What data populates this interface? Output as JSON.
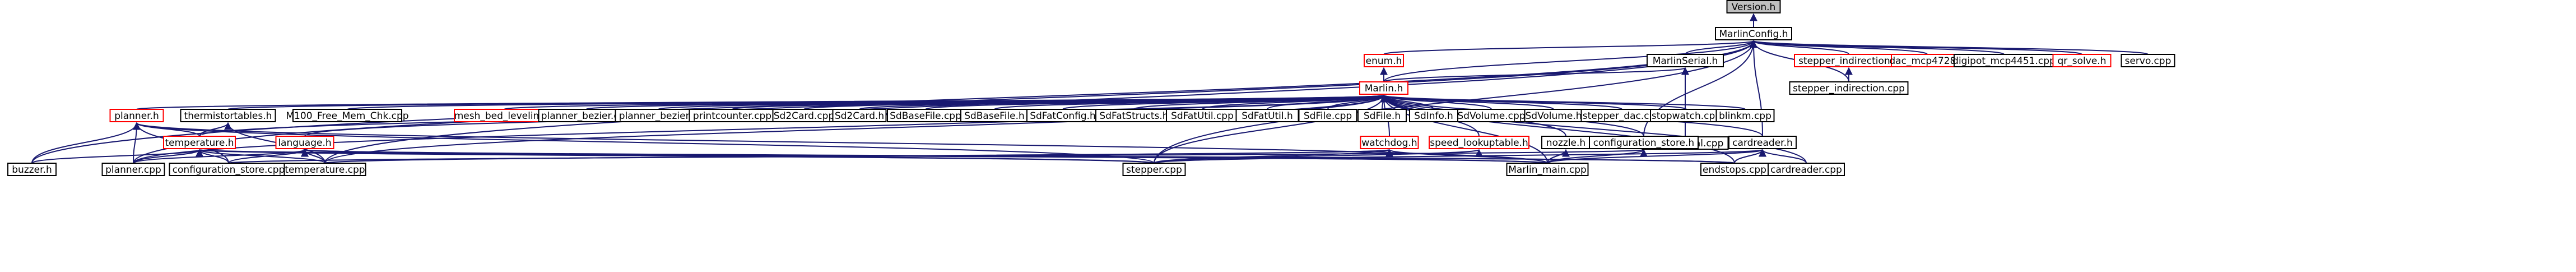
{
  "colors": {
    "edge": "#191970",
    "node_fill": "#ffffff",
    "node_border_default": "#000000",
    "node_border_link": "#ff0000",
    "root_fill": "#bfbfbf"
  },
  "nodes": [
    {
      "id": "version_h",
      "label": "Version.h",
      "style": "root"
    },
    {
      "id": "marlinconfig_h",
      "label": "MarlinConfig.h",
      "style": "default"
    },
    {
      "id": "enum_h",
      "label": "enum.h",
      "style": "link"
    },
    {
      "id": "marlinserial_h",
      "label": "MarlinSerial.h",
      "style": "default"
    },
    {
      "id": "stepper_indirection_h",
      "label": "stepper_indirection.h",
      "style": "link"
    },
    {
      "id": "dac_mcp4728_h",
      "label": "dac_mcp4728.h",
      "style": "link"
    },
    {
      "id": "digipot_mcp4451_cpp",
      "label": "digipot_mcp4451.cpp",
      "style": "default"
    },
    {
      "id": "qr_solve_h",
      "label": "qr_solve.h",
      "style": "link"
    },
    {
      "id": "servo_cpp",
      "label": "servo.cpp",
      "style": "default"
    },
    {
      "id": "stepper_indirection_cpp",
      "label": "stepper_indirection.cpp",
      "style": "default"
    },
    {
      "id": "marlin_h",
      "label": "Marlin.h",
      "style": "link"
    },
    {
      "id": "planner_h",
      "label": "planner.h",
      "style": "link"
    },
    {
      "id": "thermistortables_h",
      "label": "thermistortables.h",
      "style": "default"
    },
    {
      "id": "m100_cpp",
      "label": "M100_Free_Mem_Chk.cpp",
      "style": "default"
    },
    {
      "id": "mesh_bed_leveling_h",
      "label": "mesh_bed_leveling.h",
      "style": "link"
    },
    {
      "id": "planner_bezier_cpp",
      "label": "planner_bezier.cpp",
      "style": "default"
    },
    {
      "id": "planner_bezier_h",
      "label": "planner_bezier.h",
      "style": "default"
    },
    {
      "id": "printcounter_cpp",
      "label": "printcounter.cpp",
      "style": "default"
    },
    {
      "id": "sd2card_cpp",
      "label": "Sd2Card.cpp",
      "style": "default"
    },
    {
      "id": "sd2card_h",
      "label": "Sd2Card.h",
      "style": "default"
    },
    {
      "id": "sdbasefile_cpp",
      "label": "SdBaseFile.cpp",
      "style": "default"
    },
    {
      "id": "sdbasefile_h",
      "label": "SdBaseFile.h",
      "style": "default"
    },
    {
      "id": "sdfatconfig_h",
      "label": "SdFatConfig.h",
      "style": "default"
    },
    {
      "id": "sdfatstructs_h",
      "label": "SdFatStructs.h",
      "style": "default"
    },
    {
      "id": "sdfatutil_cpp",
      "label": "SdFatUtil.cpp",
      "style": "default"
    },
    {
      "id": "sdfatutil_h",
      "label": "SdFatUtil.h",
      "style": "default"
    },
    {
      "id": "sdfile_cpp",
      "label": "SdFile.cpp",
      "style": "default"
    },
    {
      "id": "sdfile_h",
      "label": "SdFile.h",
      "style": "default"
    },
    {
      "id": "sdinfo_h",
      "label": "SdInfo.h",
      "style": "default"
    },
    {
      "id": "sdvolume_cpp",
      "label": "SdVolume.cpp",
      "style": "default"
    },
    {
      "id": "sdvolume_h",
      "label": "SdVolume.h",
      "style": "default"
    },
    {
      "id": "stepper_dac_cpp",
      "label": "stepper_dac.cpp",
      "style": "default"
    },
    {
      "id": "stopwatch_cpp",
      "label": "stopwatch.cpp",
      "style": "default"
    },
    {
      "id": "blinkm_cpp",
      "label": "blinkm.cpp",
      "style": "default"
    },
    {
      "id": "marlinserial_cpp",
      "label": "MarlinSerial.cpp",
      "style": "default"
    },
    {
      "id": "temperature_h",
      "label": "temperature.h",
      "style": "link"
    },
    {
      "id": "language_h",
      "label": "language.h",
      "style": "link"
    },
    {
      "id": "watchdog_h",
      "label": "watchdog.h",
      "style": "link"
    },
    {
      "id": "speed_lookuptable_h",
      "label": "speed_lookuptable.h",
      "style": "link"
    },
    {
      "id": "nozzle_h",
      "label": "nozzle.h",
      "style": "default"
    },
    {
      "id": "configuration_store_h",
      "label": "configuration_store.h",
      "style": "default"
    },
    {
      "id": "cardreader_h",
      "label": "cardreader.h",
      "style": "default"
    },
    {
      "id": "buzzer_h",
      "label": "buzzer.h",
      "style": "default"
    },
    {
      "id": "planner_cpp",
      "label": "planner.cpp",
      "style": "default"
    },
    {
      "id": "configuration_store_cpp",
      "label": "configuration_store.cpp",
      "style": "default"
    },
    {
      "id": "temperature_cpp",
      "label": "temperature.cpp",
      "style": "default"
    },
    {
      "id": "stepper_cpp",
      "label": "stepper.cpp",
      "style": "default"
    },
    {
      "id": "marlin_main_cpp",
      "label": "Marlin_main.cpp",
      "style": "default"
    },
    {
      "id": "endstops_cpp",
      "label": "endstops.cpp",
      "style": "default"
    },
    {
      "id": "cardreader_cpp",
      "label": "cardreader.cpp",
      "style": "default"
    }
  ],
  "edges": [
    [
      "version_h",
      "marlinconfig_h"
    ],
    [
      "marlinconfig_h",
      "enum_h"
    ],
    [
      "marlinconfig_h",
      "marlinserial_h"
    ],
    [
      "marlinconfig_h",
      "marlin_h"
    ],
    [
      "marlinconfig_h",
      "stepper_indirection_h"
    ],
    [
      "marlinconfig_h",
      "dac_mcp4728_h"
    ],
    [
      "marlinconfig_h",
      "digipot_mcp4451_cpp"
    ],
    [
      "marlinconfig_h",
      "qr_solve_h"
    ],
    [
      "marlinconfig_h",
      "servo_cpp"
    ],
    [
      "marlinconfig_h",
      "stepper_indirection_cpp"
    ],
    [
      "marlinconfig_h",
      "buzzer_h"
    ],
    [
      "marlinconfig_h",
      "planner_cpp"
    ],
    [
      "marlinconfig_h",
      "temperature_cpp"
    ],
    [
      "marlinconfig_h",
      "configuration_store_h"
    ],
    [
      "marlinconfig_h",
      "stepper_cpp"
    ],
    [
      "marlinconfig_h",
      "cardreader_h"
    ],
    [
      "stepper_indirection_h",
      "stepper_indirection_cpp"
    ],
    [
      "enum_h",
      "marlin_h"
    ],
    [
      "marlinserial_h",
      "marlin_h"
    ],
    [
      "marlinserial_h",
      "marlinserial_cpp"
    ],
    [
      "marlin_h",
      "planner_h"
    ],
    [
      "marlin_h",
      "thermistortables_h"
    ],
    [
      "marlin_h",
      "m100_cpp"
    ],
    [
      "marlin_h",
      "mesh_bed_leveling_h"
    ],
    [
      "marlin_h",
      "planner_bezier_cpp"
    ],
    [
      "marlin_h",
      "planner_bezier_h"
    ],
    [
      "marlin_h",
      "printcounter_cpp"
    ],
    [
      "marlin_h",
      "sd2card_cpp"
    ],
    [
      "marlin_h",
      "sd2card_h"
    ],
    [
      "marlin_h",
      "sdbasefile_cpp"
    ],
    [
      "marlin_h",
      "sdbasefile_h"
    ],
    [
      "marlin_h",
      "sdfatconfig_h"
    ],
    [
      "marlin_h",
      "sdfatstructs_h"
    ],
    [
      "marlin_h",
      "sdfatutil_cpp"
    ],
    [
      "marlin_h",
      "sdfatutil_h"
    ],
    [
      "marlin_h",
      "sdfile_cpp"
    ],
    [
      "marlin_h",
      "sdfile_h"
    ],
    [
      "marlin_h",
      "sdinfo_h"
    ],
    [
      "marlin_h",
      "sdvolume_cpp"
    ],
    [
      "marlin_h",
      "sdvolume_h"
    ],
    [
      "marlin_h",
      "stepper_dac_cpp"
    ],
    [
      "marlin_h",
      "stopwatch_cpp"
    ],
    [
      "marlin_h",
      "blinkm_cpp"
    ],
    [
      "marlin_h",
      "temperature_h"
    ],
    [
      "marlin_h",
      "language_h"
    ],
    [
      "marlin_h",
      "watchdog_h"
    ],
    [
      "marlin_h",
      "speed_lookuptable_h"
    ],
    [
      "marlin_h",
      "nozzle_h"
    ],
    [
      "marlin_h",
      "configuration_store_h"
    ],
    [
      "marlin_h",
      "cardreader_h"
    ],
    [
      "marlin_h",
      "planner_cpp"
    ],
    [
      "marlin_h",
      "temperature_cpp"
    ],
    [
      "marlin_h",
      "stepper_cpp"
    ],
    [
      "marlin_h",
      "marlin_main_cpp"
    ],
    [
      "marlin_h",
      "endstops_cpp"
    ],
    [
      "marlin_h",
      "cardreader_cpp"
    ],
    [
      "planner_h",
      "buzzer_h"
    ],
    [
      "planner_h",
      "planner_cpp"
    ],
    [
      "planner_h",
      "configuration_store_cpp"
    ],
    [
      "planner_h",
      "temperature_h"
    ],
    [
      "planner_h",
      "stepper_cpp"
    ],
    [
      "planner_h",
      "marlin_main_cpp"
    ],
    [
      "thermistortables_h",
      "temperature_h"
    ],
    [
      "thermistortables_h",
      "temperature_cpp"
    ],
    [
      "temperature_h",
      "buzzer_h"
    ],
    [
      "temperature_h",
      "planner_cpp"
    ],
    [
      "temperature_h",
      "configuration_store_cpp"
    ],
    [
      "temperature_h",
      "temperature_cpp"
    ],
    [
      "temperature_h",
      "stepper_cpp"
    ],
    [
      "temperature_h",
      "marlin_main_cpp"
    ],
    [
      "temperature_h",
      "endstops_cpp"
    ],
    [
      "language_h",
      "planner_cpp"
    ],
    [
      "language_h",
      "configuration_store_cpp"
    ],
    [
      "language_h",
      "temperature_cpp"
    ],
    [
      "language_h",
      "stepper_cpp"
    ],
    [
      "language_h",
      "marlin_main_cpp"
    ],
    [
      "language_h",
      "endstops_cpp"
    ],
    [
      "watchdog_h",
      "stepper_cpp"
    ],
    [
      "watchdog_h",
      "marlin_main_cpp"
    ],
    [
      "watchdog_h",
      "temperature_cpp"
    ],
    [
      "speed_lookuptable_h",
      "stepper_cpp"
    ],
    [
      "nozzle_h",
      "marlin_main_cpp"
    ],
    [
      "configuration_store_h",
      "configuration_store_cpp"
    ],
    [
      "configuration_store_h",
      "marlin_main_cpp"
    ],
    [
      "cardreader_h",
      "stepper_cpp"
    ],
    [
      "cardreader_h",
      "marlin_main_cpp"
    ],
    [
      "cardreader_h",
      "endstops_cpp"
    ],
    [
      "cardreader_h",
      "cardreader_cpp"
    ]
  ]
}
